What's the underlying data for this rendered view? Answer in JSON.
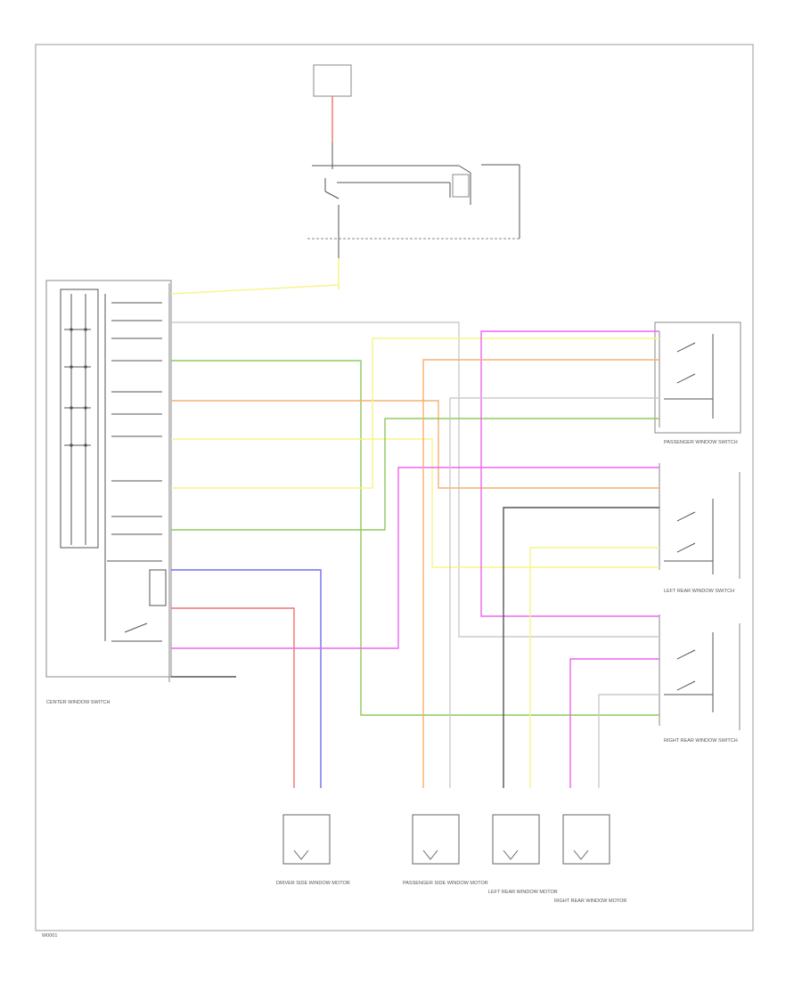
{
  "colors": {
    "background": "#ffffff",
    "frame": "#aaaaaa",
    "wire_black": "#555555",
    "wire_yellow": "#f5f58a",
    "wire_green": "#90c860",
    "wire_orange": "#f5b070",
    "wire_pink": "#ee66ee",
    "wire_blue": "#6e6ef0",
    "wire_red": "#f07070",
    "wire_gray": "#cccccc"
  },
  "labels": {
    "center_switch": "CENTER WINDOW SWITCH",
    "passenger_switch": "PASSENGER WINDOW SWITCH",
    "left_rear_switch": "LEFT REAR WINDOW SWITCH",
    "right_rear_switch": "RIGHT REAR WINDOW SWITCH",
    "driver_motor": "DRIVER SIDE WINDOW MOTOR",
    "passenger_motor": "PASSENGER SIDE WINDOW MOTOR",
    "left_rear_motor": "LEFT REAR WINDOW MOTOR",
    "right_rear_motor": "RIGHT REAR WINDOW MOTOR",
    "page_code": "W0001"
  }
}
